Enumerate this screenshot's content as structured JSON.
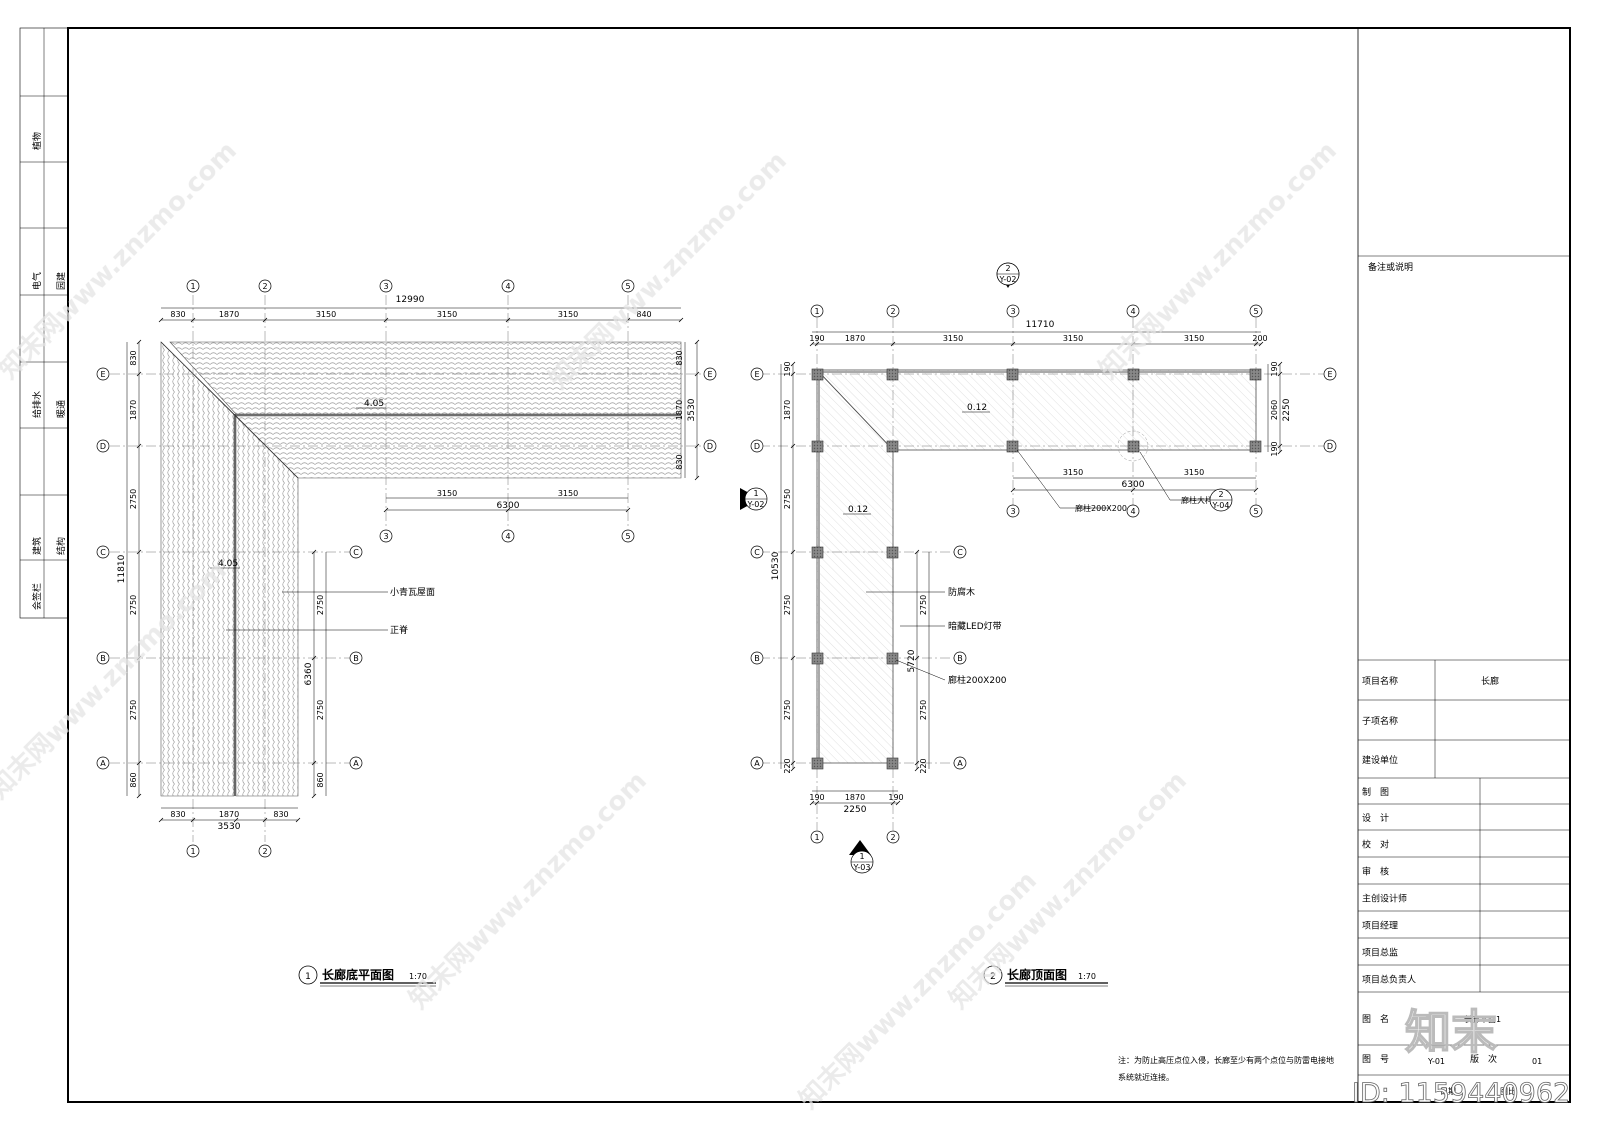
{
  "left_strip": {
    "labels": [
      "植物",
      "电气",
      "园建",
      "给排水",
      "暖通",
      "建筑",
      "结构",
      "会签栏"
    ]
  },
  "plan1": {
    "title": "长廊底平面图",
    "num": "1",
    "scale": "1:70",
    "top_total": "12990",
    "top_dims": [
      "830",
      "1870",
      "3150",
      "3150",
      "3150",
      "840"
    ],
    "mid_total": "6300",
    "mid_dims": [
      "3150",
      "3150"
    ],
    "bottom_total": "3530",
    "bottom_dims": [
      "830",
      "1870",
      "830"
    ],
    "left_total": "11810",
    "left_dims": [
      "830",
      "1870",
      "2750",
      "2750",
      "2750",
      "860"
    ],
    "right_top_total": "3530",
    "right_top_dims": [
      "830",
      "1870",
      "830"
    ],
    "right_low_total": "6360",
    "right_low_dims": [
      "2750",
      "2750",
      "860"
    ],
    "elev_a": "4.05",
    "elev_b": "4.05",
    "notes": [
      "小青瓦屋面",
      "正脊"
    ]
  },
  "plan2": {
    "title": "长廊顶面图",
    "num": "2",
    "scale": "1:70",
    "top_total": "11710",
    "top_dims": [
      "190",
      "1870",
      "3150",
      "3150",
      "3150",
      "200"
    ],
    "mid_total": "6300",
    "mid_dims": [
      "3150",
      "3150"
    ],
    "bottom_total": "2250",
    "bottom_dims": [
      "190",
      "1870",
      "190"
    ],
    "left_total": "10530",
    "left_dims": [
      "190",
      "1870",
      "2750",
      "2750",
      "2750",
      "220"
    ],
    "right_top_total": "2250",
    "right_top_dims": [
      "190",
      "2060",
      "190"
    ],
    "right_low_total": "5720",
    "right_low_dims": [
      "2750",
      "2750",
      "220"
    ],
    "elev_a": "0.12",
    "elev_b": "0.12",
    "notes": [
      "防腐木",
      "暗藏LED灯带",
      "廊柱200X200",
      "廊柱200X200",
      "廊柱大样图"
    ],
    "sym_top": [
      "2",
      "Y-02"
    ],
    "sym_left": [
      "1",
      "Y-02"
    ],
    "sym_bottom": [
      "1",
      "Y-03"
    ],
    "sym_detail": [
      "2",
      "Y-04"
    ]
  },
  "grid_labels": {
    "cols": [
      "1",
      "2",
      "3",
      "4",
      "5"
    ],
    "rows": [
      "E",
      "D",
      "C",
      "B",
      "A"
    ]
  },
  "title_block": {
    "remarks": "备注或说明",
    "rows": [
      {
        "label": "项目名称",
        "value": "长廊"
      },
      {
        "label": "子项名称",
        "value": ""
      },
      {
        "label": "建设单位",
        "value": ""
      },
      {
        "label": "制　图",
        "value": ""
      },
      {
        "label": "设　计",
        "value": ""
      },
      {
        "label": "校　对",
        "value": ""
      },
      {
        "label": "审　核",
        "value": ""
      },
      {
        "label": "主创设计师",
        "value": ""
      },
      {
        "label": "项目经理",
        "value": ""
      },
      {
        "label": "项目总监",
        "value": ""
      },
      {
        "label": "项目总负责人",
        "value": ""
      }
    ],
    "drawing_name_label": "图　名",
    "drawing_name": "长廊平面1",
    "drawing_no_label": "图　号",
    "drawing_no": "Y-01",
    "version_label": "版　次",
    "version": "01",
    "date_label": "日期",
    "scale_label": "图比"
  },
  "footnote": [
    "注：为防止高压点位入侵，长廊至少有两个点位与防雷电接地",
    "系统就近连接。"
  ],
  "watermark": {
    "text": "知末网www.znzmo.com",
    "logo": "知末",
    "id": "ID: 1159440962"
  }
}
